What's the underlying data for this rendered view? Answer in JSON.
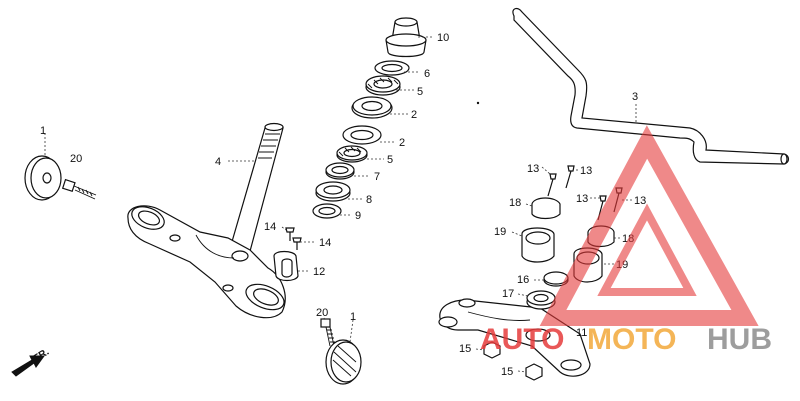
{
  "parts": [
    {
      "id": "p1a",
      "label": "1"
    },
    {
      "id": "p20a",
      "label": "20"
    },
    {
      "id": "p4",
      "label": "4"
    },
    {
      "id": "p10",
      "label": "10"
    },
    {
      "id": "p6",
      "label": "6"
    },
    {
      "id": "p5a",
      "label": "5"
    },
    {
      "id": "p2a",
      "label": "2"
    },
    {
      "id": "p2b",
      "label": "2"
    },
    {
      "id": "p5b",
      "label": "5"
    },
    {
      "id": "p7",
      "label": "7"
    },
    {
      "id": "p8",
      "label": "8"
    },
    {
      "id": "p9",
      "label": "9"
    },
    {
      "id": "p14a",
      "label": "14"
    },
    {
      "id": "p14b",
      "label": "14"
    },
    {
      "id": "p12",
      "label": "12"
    },
    {
      "id": "p20b",
      "label": "20"
    },
    {
      "id": "p1b",
      "label": "1"
    },
    {
      "id": "p3",
      "label": "3"
    },
    {
      "id": "p13a",
      "label": "13"
    },
    {
      "id": "p13b",
      "label": "13"
    },
    {
      "id": "p13c",
      "label": "13"
    },
    {
      "id": "p13d",
      "label": "13"
    },
    {
      "id": "p18a",
      "label": "18"
    },
    {
      "id": "p18b",
      "label": "18"
    },
    {
      "id": "p19a",
      "label": "19"
    },
    {
      "id": "p19b",
      "label": "19"
    },
    {
      "id": "p16",
      "label": "16"
    },
    {
      "id": "p17",
      "label": "17"
    },
    {
      "id": "p11",
      "label": "11"
    },
    {
      "id": "p15a",
      "label": "15"
    },
    {
      "id": "p15b",
      "label": "15"
    }
  ],
  "direction_label": "FR.",
  "watermark": {
    "part1": "AUTO",
    "part2": "MOTO",
    "part3": "HUB",
    "color_red": "#e63b3b",
    "color_orange": "#f3a93a",
    "color_gray": "#8c8c8c"
  }
}
